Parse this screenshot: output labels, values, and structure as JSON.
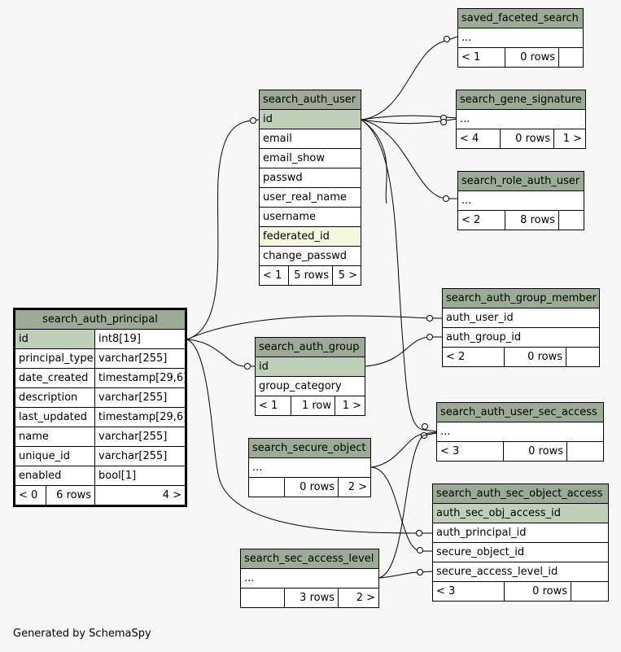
{
  "tables": {
    "saved_faceted_search": {
      "name": "saved_faceted_search",
      "rows": [
        "..."
      ],
      "footer": [
        "< 1",
        "0 rows",
        ""
      ]
    },
    "search_auth_user": {
      "name": "search_auth_user",
      "rows": [
        "id",
        "email",
        "email_show",
        "passwd",
        "user_real_name",
        "username",
        "federated_id",
        "change_passwd"
      ],
      "footer": [
        "< 1",
        "5 rows",
        "5 >"
      ]
    },
    "search_gene_signature": {
      "name": "search_gene_signature",
      "rows": [
        "..."
      ],
      "footer": [
        "< 4",
        "0 rows",
        "1 >"
      ]
    },
    "search_role_auth_user": {
      "name": "search_role_auth_user",
      "rows": [
        "..."
      ],
      "footer": [
        "< 2",
        "8 rows",
        ""
      ]
    },
    "search_auth_group_member": {
      "name": "search_auth_group_member",
      "rows": [
        "auth_user_id",
        "auth_group_id"
      ],
      "footer": [
        "< 2",
        "0 rows",
        ""
      ]
    },
    "search_auth_principal": {
      "name": "search_auth_principal",
      "columns": [
        {
          "name": "id",
          "type": "int8[19]"
        },
        {
          "name": "principal_type",
          "type": "varchar[255]"
        },
        {
          "name": "date_created",
          "type": "timestamp[29,6]"
        },
        {
          "name": "description",
          "type": "varchar[255]"
        },
        {
          "name": "last_updated",
          "type": "timestamp[29,6]"
        },
        {
          "name": "name",
          "type": "varchar[255]"
        },
        {
          "name": "unique_id",
          "type": "varchar[255]"
        },
        {
          "name": "enabled",
          "type": "bool[1]"
        }
      ],
      "footer": [
        "< 0",
        "6 rows",
        "4 >"
      ]
    },
    "search_auth_group": {
      "name": "search_auth_group",
      "rows": [
        "id",
        "group_category"
      ],
      "footer": [
        "< 1",
        "1 row",
        "1 >"
      ]
    },
    "search_auth_user_sec_access": {
      "name": "search_auth_user_sec_access",
      "rows": [
        "..."
      ],
      "footer": [
        "< 3",
        "0 rows",
        ""
      ]
    },
    "search_secure_object": {
      "name": "search_secure_object",
      "rows": [
        "..."
      ],
      "footer": [
        "",
        "0 rows",
        "2 >"
      ]
    },
    "search_auth_sec_object_access": {
      "name": "search_auth_sec_object_access",
      "rows": [
        "auth_sec_obj_access_id",
        "auth_principal_id",
        "secure_object_id",
        "secure_access_level_id"
      ],
      "footer": [
        "< 3",
        "0 rows",
        ""
      ]
    },
    "search_sec_access_level": {
      "name": "search_sec_access_level",
      "rows": [
        "..."
      ],
      "footer": [
        "",
        "3 rows",
        "2 >"
      ]
    }
  },
  "credit": "Generated by SchemaSpy",
  "colors": {
    "header": "#9bab96",
    "primary_key": "#bed1b8",
    "indexed": "#f5f8dc",
    "background": "#f7f7f7"
  }
}
